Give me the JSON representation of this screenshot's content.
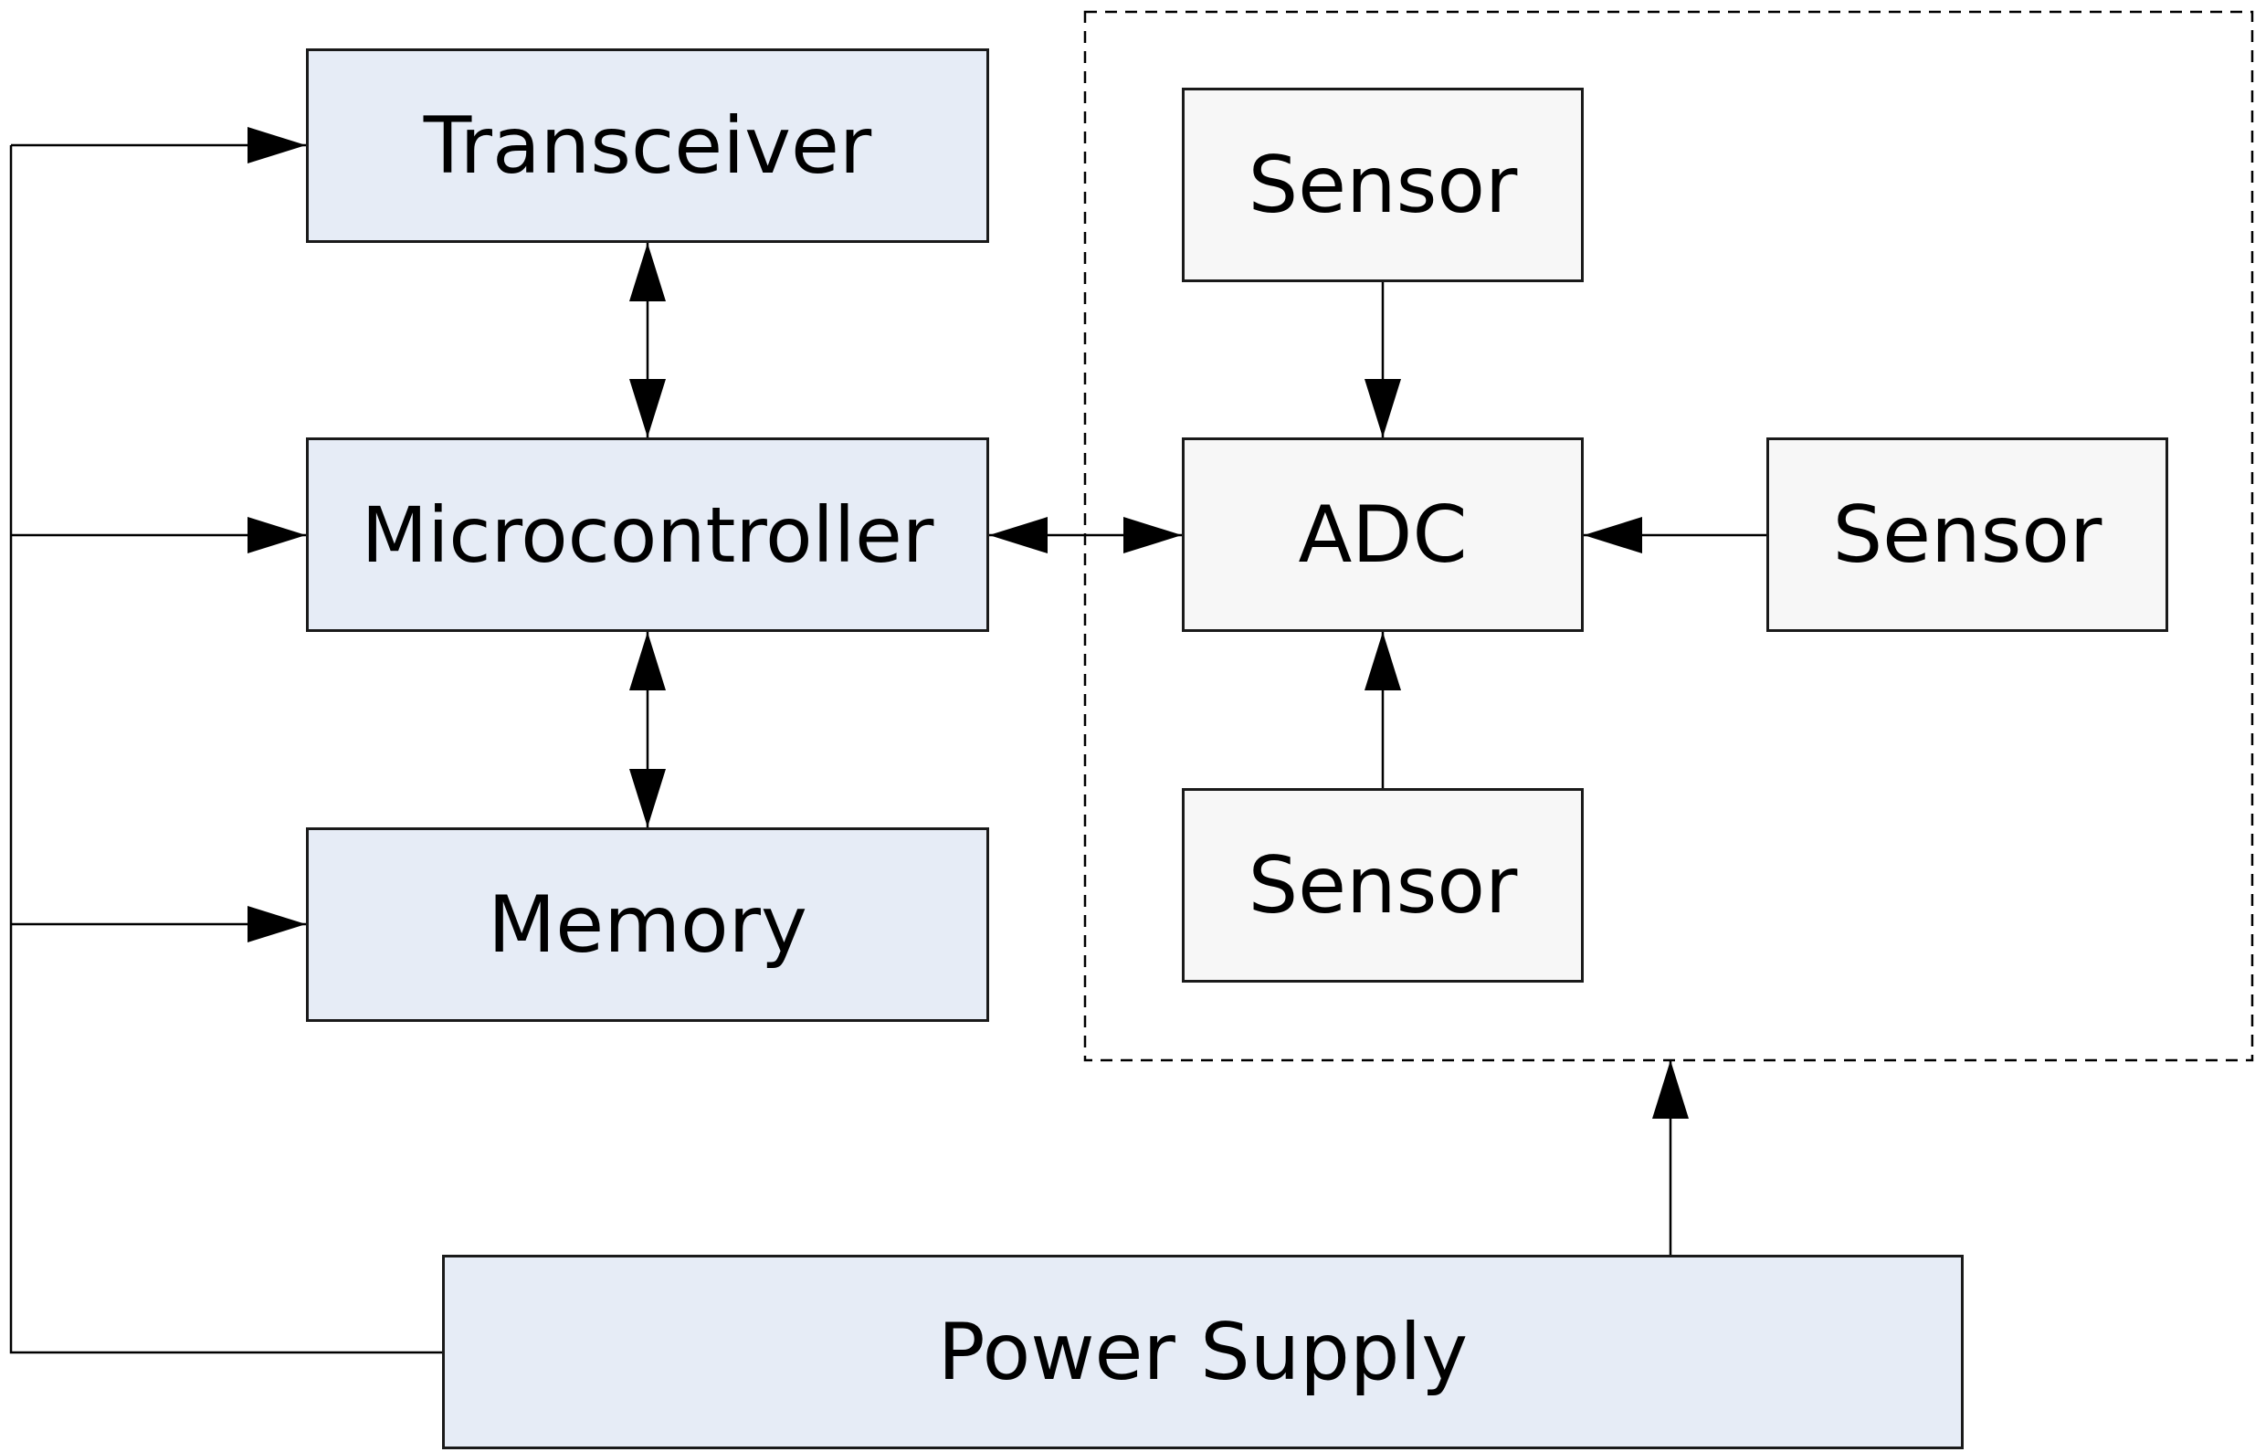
{
  "blocks": {
    "transceiver": "Transceiver",
    "microcontroller": "Microcontroller",
    "memory": "Memory",
    "adc": "ADC",
    "sensor_top": "Sensor",
    "sensor_right": "Sensor",
    "sensor_bottom": "Sensor",
    "power_supply": "Power Supply"
  },
  "colors": {
    "node_fill": "#e6ecf6",
    "sensor_fill": "#f7f7f7",
    "line": "#000000"
  }
}
